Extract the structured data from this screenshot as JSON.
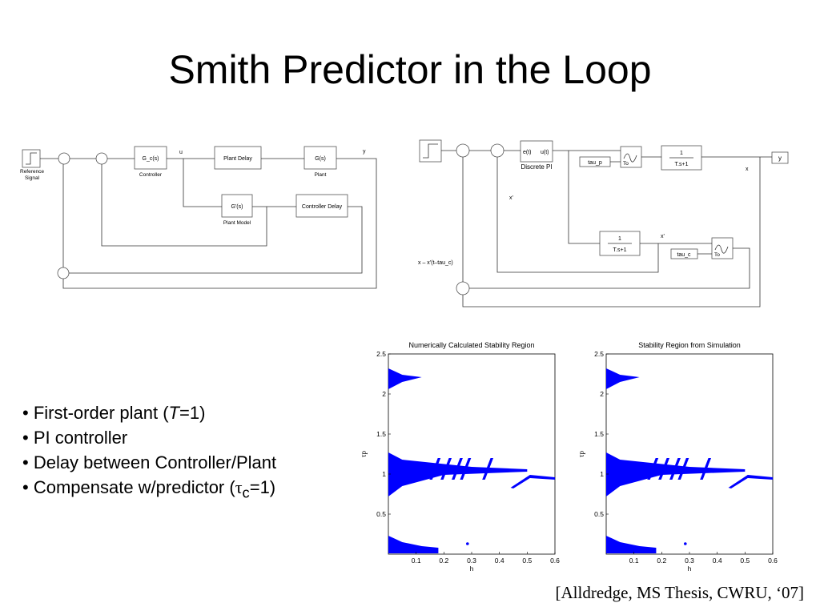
{
  "slide": {
    "title": "Smith Predictor in the Loop",
    "bullets": [
      {
        "pre": "• First-order plant (",
        "em": "T",
        "post": "=1)"
      },
      {
        "text": "• PI controller"
      },
      {
        "text": "• Delay between Controller/Plant"
      },
      {
        "pre": "• Compensate w/predictor (",
        "sym": "τ",
        "sub": "c",
        "post": "=1)"
      }
    ],
    "citation": "[Alldredge, MS Thesis, CWRU, ‘07]"
  },
  "diagram_left": {
    "ref_label1": "Reference",
    "ref_label2": "Signal",
    "controller_block": "G_c(s)",
    "controller_label": "Controller",
    "plant_delay_block": "Plant Delay",
    "plant_block": "G(s)",
    "plant_label": "Plant",
    "model_block": "G'(s)",
    "model_label": "Plant Model",
    "controller_delay_block": "Controller Delay",
    "signal_u": "u",
    "signal_y": "y"
  },
  "diagram_right": {
    "pi_in": "e(t)",
    "pi_out": "u(t)",
    "pi_label": "Discrete PI",
    "tau_p": "tau_p",
    "tau_c": "tau_c",
    "tf_num": "1",
    "tf_den": "T.s+1",
    "tf2_num": "1",
    "tf2_den": "T.s+1",
    "delay_to": "To",
    "out_y": "y",
    "signal_x": "x",
    "signal_xprime": "x'",
    "signal_xprime2": "x'",
    "signal_err": "x – x'(t–tau_c)"
  },
  "plots": [
    {
      "title": "Numerically Calculated Stability Region",
      "xlabel": "h",
      "ylabel": "τp",
      "xlim": [
        0,
        0.6
      ],
      "ylim": [
        0,
        2.5
      ],
      "xticks": [
        "0.1",
        "0.2",
        "0.3",
        "0.4",
        "0.5",
        "0.6"
      ],
      "yticks": [
        "0.5",
        "1",
        "1.5",
        "2",
        "2.5"
      ],
      "color": "#0000ff"
    },
    {
      "title": "Stability Region from Simulation",
      "xlabel": "h",
      "ylabel": "τp",
      "xlim": [
        0,
        0.6
      ],
      "ylim": [
        0,
        2.5
      ],
      "xticks": [
        "0.1",
        "0.2",
        "0.3",
        "0.4",
        "0.5",
        "0.6"
      ],
      "yticks": [
        "0.5",
        "1",
        "1.5",
        "2",
        "2.5"
      ],
      "color": "#0000ff"
    }
  ]
}
